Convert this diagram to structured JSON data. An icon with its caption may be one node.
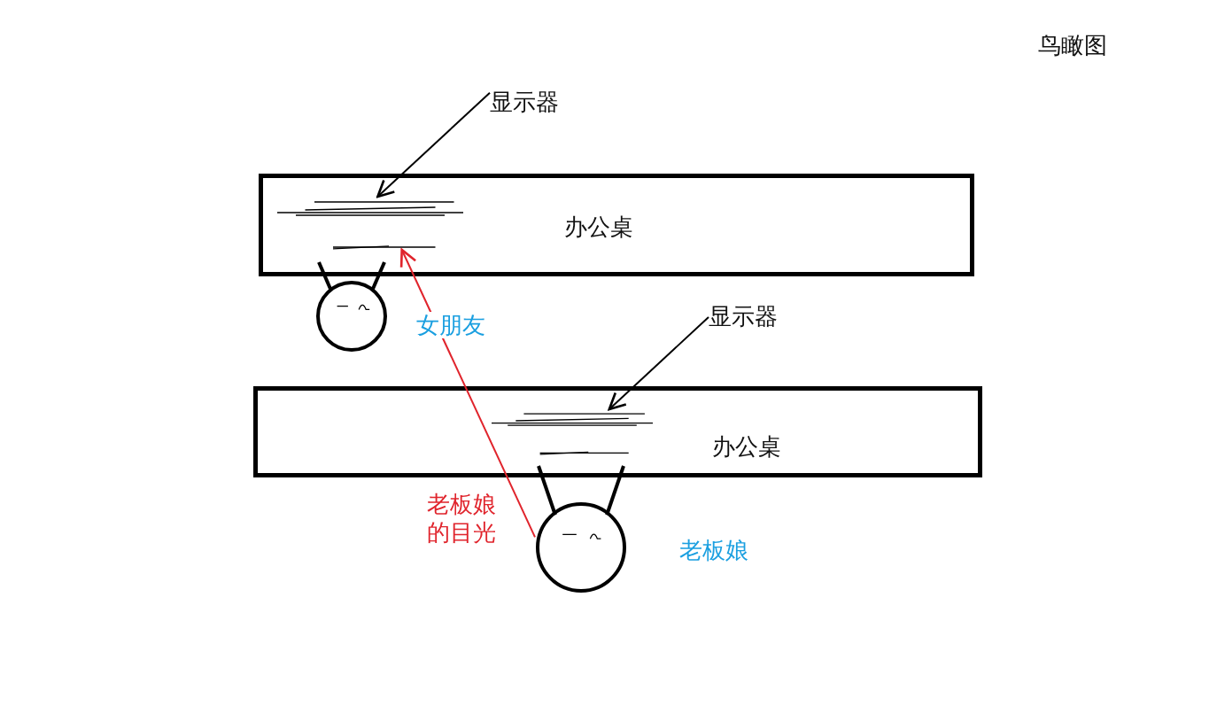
{
  "diagram": {
    "title": "鸟瞰图",
    "nodes": [
      {
        "text": [
          "办公桌"
        ]
      },
      {
        "text": [],
        "shape": "picture",
        "in": 0
      },
      {
        "text": [
          "显示器"
        ]
      },
      {
        "text": [],
        "shape": "person",
        "beside": [
          "女朋友"
        ]
      },
      {
        "text": [
          "办公桌"
        ]
      },
      {
        "text": [],
        "shape": "picture",
        "in": 4
      },
      {
        "text": [
          "显示器"
        ]
      },
      {
        "text": [],
        "shape": "person",
        "beside": [
          "老板娘"
        ]
      }
    ],
    "edges": [
      {
        "from": 2,
        "to": 1,
        "arrow": "to"
      },
      {
        "from": 6,
        "to": 5,
        "arrow": "to"
      },
      {
        "from": 7,
        "to": 1,
        "arrow": "to",
        "label": "老板娘的目光",
        "color": "#e0242c"
      }
    ]
  }
}
